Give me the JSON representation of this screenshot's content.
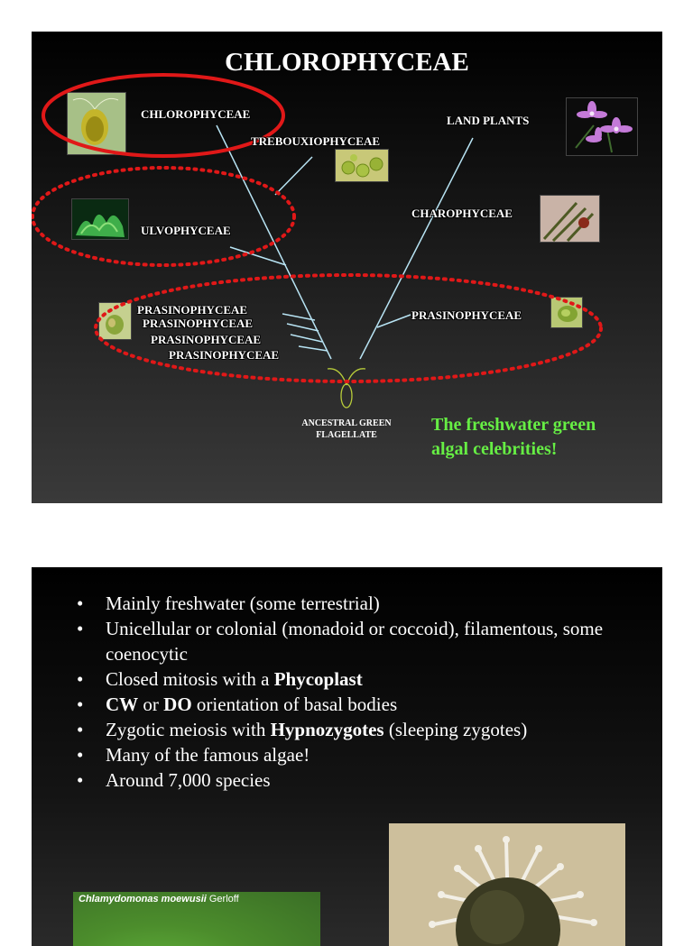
{
  "slide1": {
    "title": "CHLOROPHYCEAE",
    "labels": {
      "chlorophyceae": "CHLOROPHYCEAE",
      "trebouxiophyceae": "TREBOUXIOPHYCEAE",
      "ulvophyceae": "ULVOPHYCEAE",
      "prasino_1": "PRASINOPHYCEAE",
      "prasino_2": "PRASINOPHYCEAE",
      "prasino_3": "PRASINOPHYCEAE",
      "prasino_4": "PRASINOPHYCEAE",
      "land_plants": "LAND PLANTS",
      "charophyceae": "CHAROPHYCEAE",
      "prasino_right": "PRASINOPHYCEAE",
      "ancestral_line1": "ANCESTRAL GREEN",
      "ancestral_line2": "FLAGELLATE"
    },
    "callout_line1": "The freshwater green",
    "callout_line2": "algal celebrities!",
    "colors": {
      "callout": "#66ee44",
      "highlight_ellipse": "#e01818",
      "tree_lines": "#b8e4f4"
    }
  },
  "slide2": {
    "bullets": [
      {
        "pre": "Mainly freshwater (some terrestrial)",
        "bold": "",
        "mid": "",
        "bold2": "",
        "post": ""
      },
      {
        "pre": "Unicellular or colonial (monadoid or coccoid), filamentous, some coenocytic",
        "bold": "",
        "mid": "",
        "bold2": "",
        "post": ""
      },
      {
        "pre": "Closed mitosis with a ",
        "bold": "Phycoplast",
        "mid": "",
        "bold2": "",
        "post": ""
      },
      {
        "pre": "",
        "bold": "CW",
        "mid": " or ",
        "bold2": "DO",
        "post": " orientation of basal bodies"
      },
      {
        "pre": "Zygotic meiosis with ",
        "bold": "Hypnozygotes",
        "mid": "",
        "bold2": "",
        "post": " (sleeping zygotes)"
      },
      {
        "pre": "Many of the famous algae!",
        "bold": "",
        "mid": "",
        "bold2": "",
        "post": ""
      },
      {
        "pre": "Around 7,000 species",
        "bold": "",
        "mid": "",
        "bold2": "",
        "post": ""
      }
    ],
    "photo_caption_species": "Chlamydomonas moewusii",
    "photo_caption_author": "Gerloff"
  }
}
